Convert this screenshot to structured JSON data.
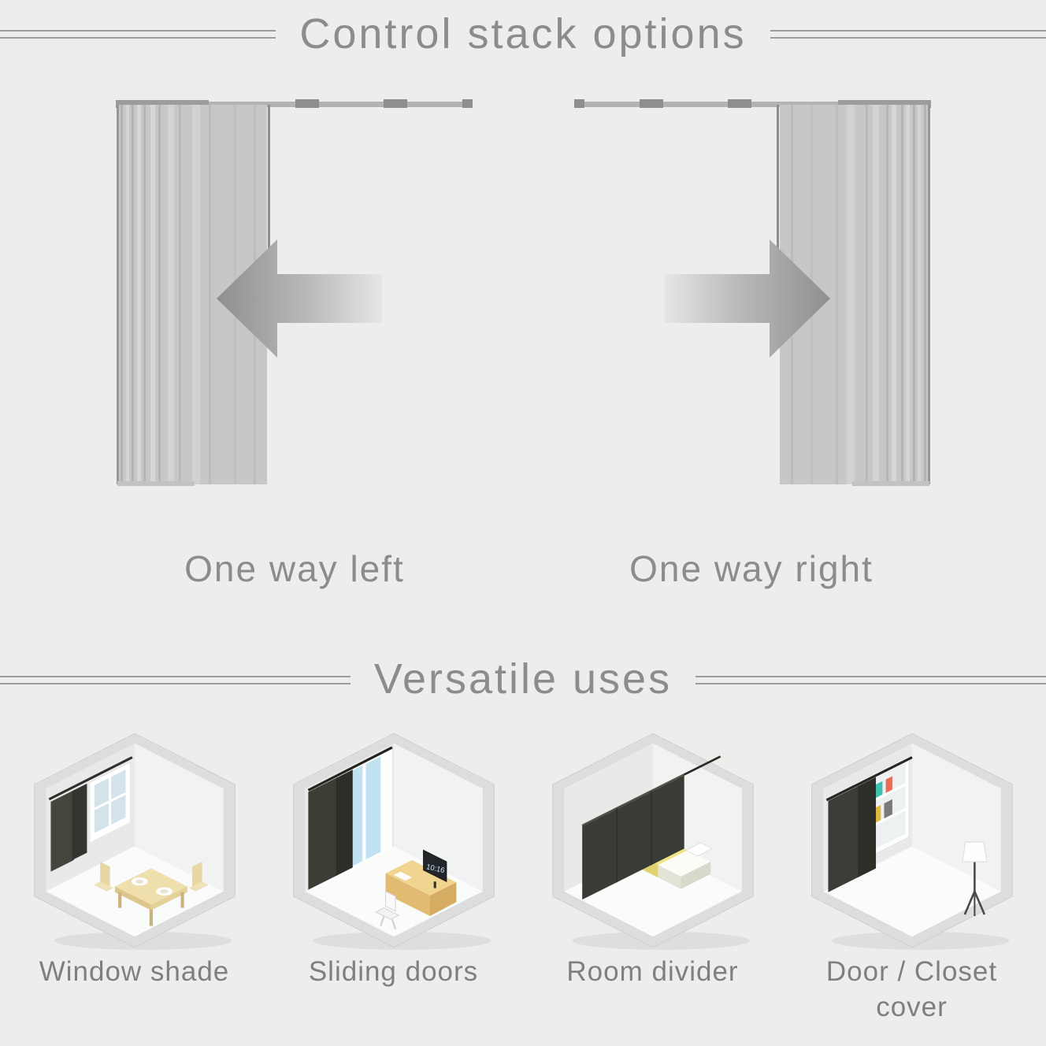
{
  "control": {
    "title": "Control stack options",
    "options": [
      {
        "label": "One way left",
        "direction": "left"
      },
      {
        "label": "One way right",
        "direction": "right"
      }
    ]
  },
  "uses": {
    "title": "Versatile uses",
    "items": [
      {
        "label": "Window shade"
      },
      {
        "label": "Sliding doors",
        "screen_time": "10:16"
      },
      {
        "label": "Room divider"
      },
      {
        "label": "Door / Closet cover"
      }
    ]
  },
  "colors": {
    "background": "#edeeec",
    "title_text": "#8b8c8c",
    "label_text": "#7e7f7f",
    "rule_gray": "#9a9b9b",
    "panel_gray": "#c7c7c7",
    "track_gray": "#b3b3b3",
    "arrow_dark": "#8f8f8f",
    "arrow_light": "#e3e3e3",
    "dark_panel": "#3d3d37",
    "glass_blue": "#bfe1f0",
    "wood_yellow": "#eedfad",
    "blanket_yellow": "#ece584"
  }
}
